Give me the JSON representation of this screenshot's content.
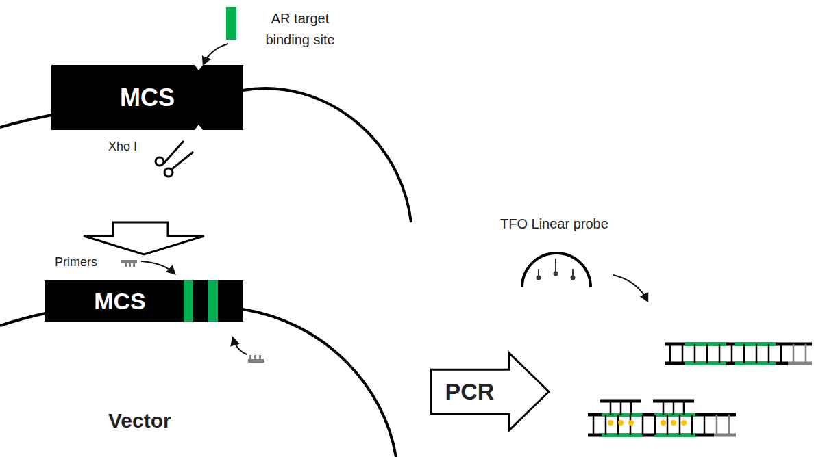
{
  "diagram": {
    "nodes": [
      {
        "text": [
          "MCS"
        ]
      },
      {
        "text": [
          "MCS"
        ]
      },
      {
        "text": [
          "PCR"
        ]
      }
    ],
    "labels": [
      "AR target binding site",
      "Xho I",
      "Primers",
      "Vector",
      "TFO Linear probe"
    ]
  }
}
